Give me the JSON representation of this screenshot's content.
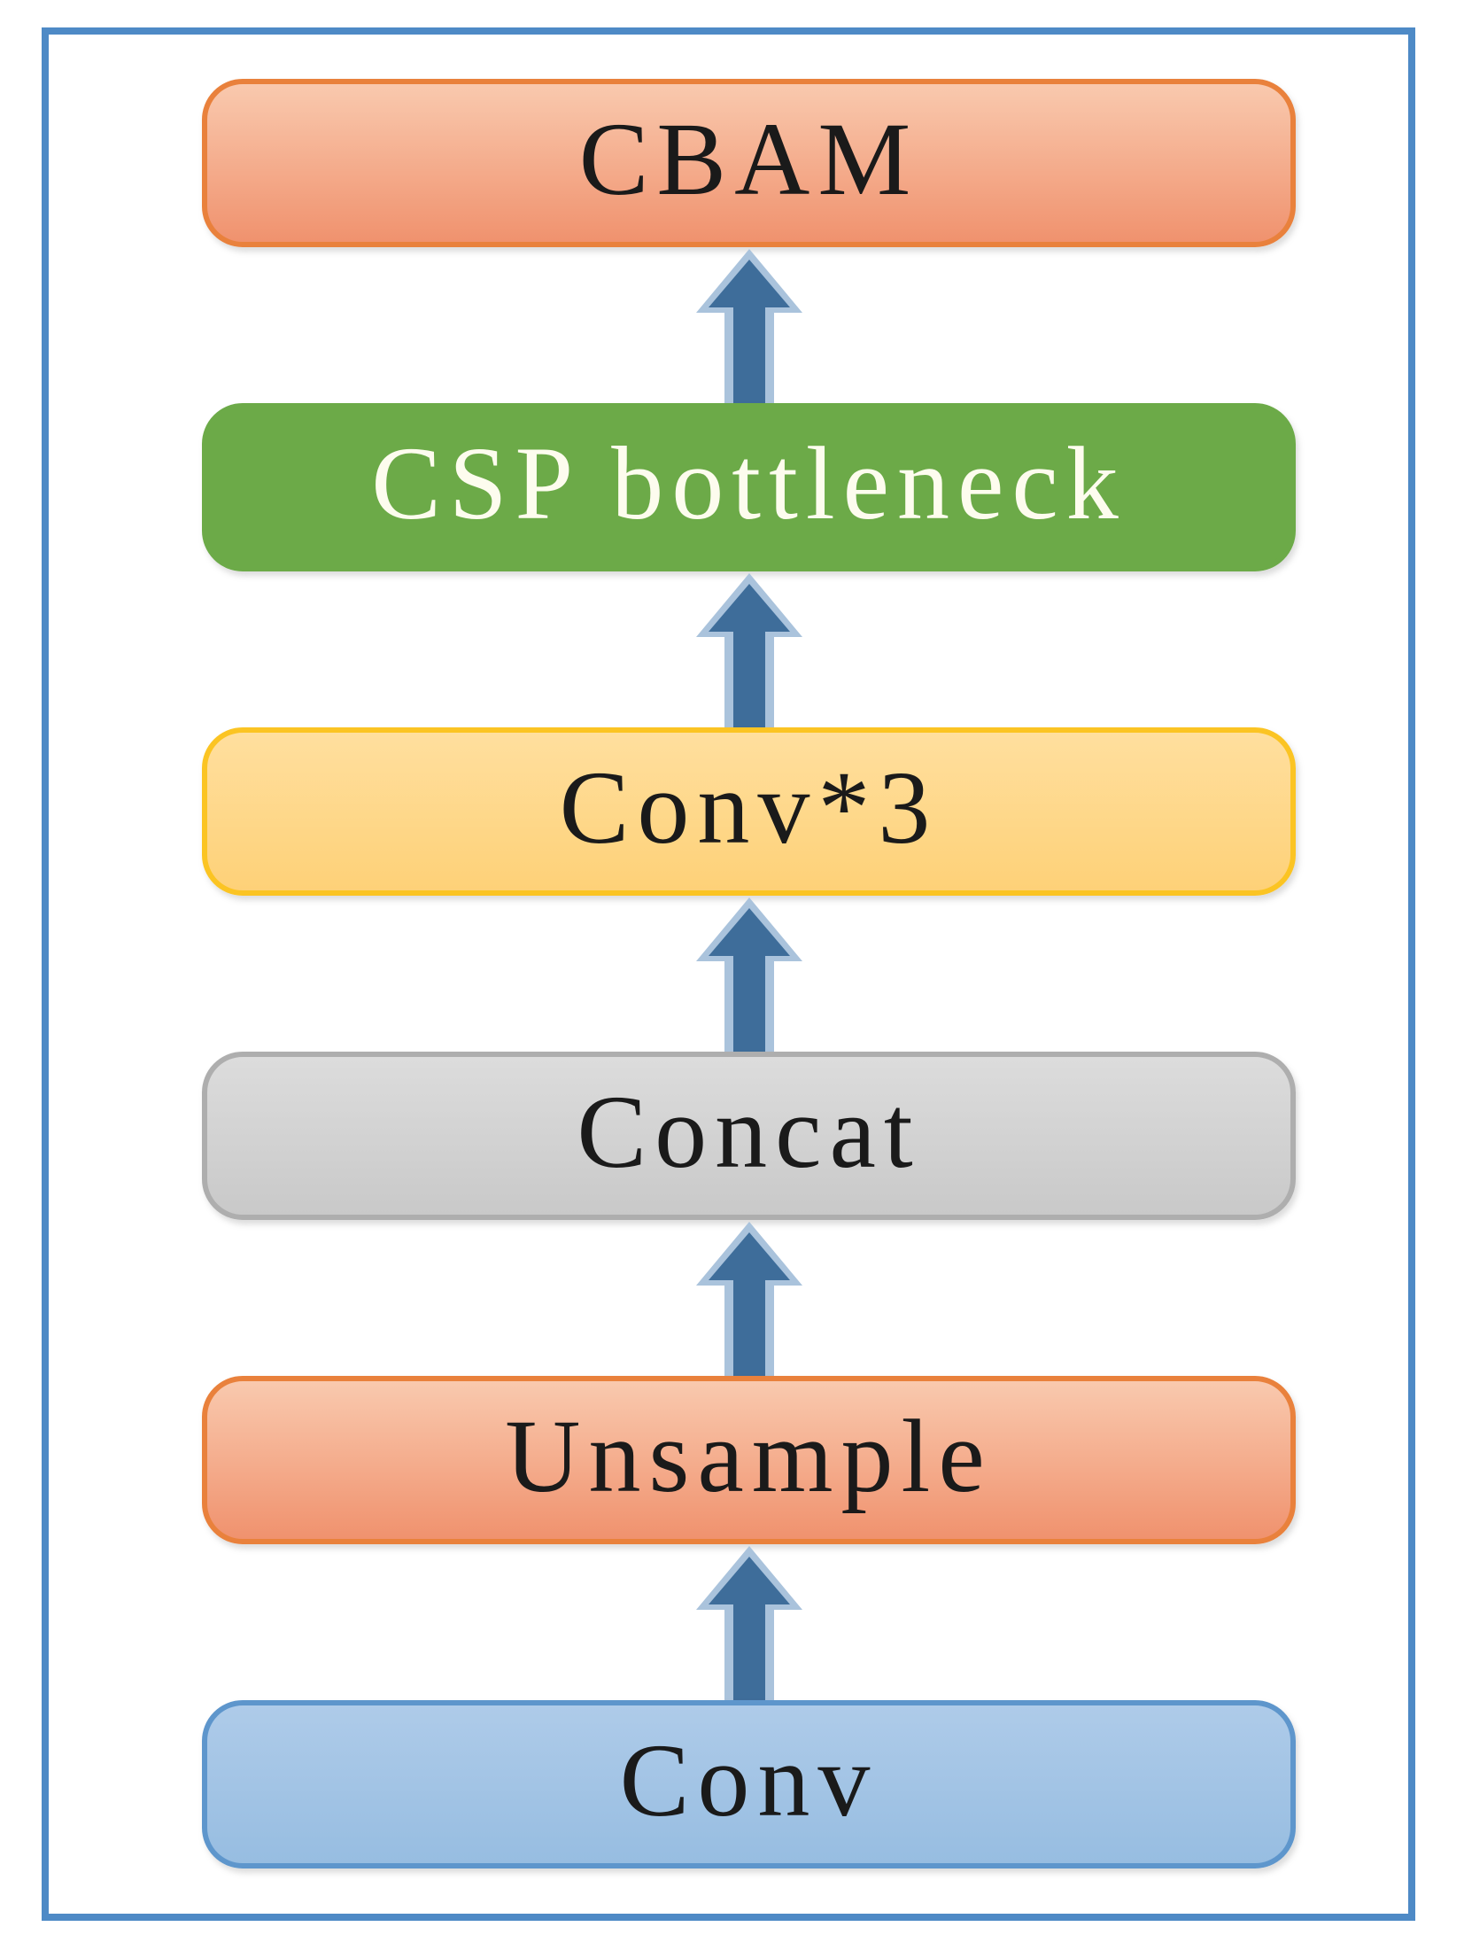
{
  "figure": {
    "description": "Vertical flow diagram of a network neck block, read bottom to top",
    "frame_border_color": "#4e8ac6",
    "arrow": {
      "direction": "up",
      "fill": "#3e6d9a",
      "outline": "#aac3dc"
    },
    "nodes": [
      {
        "id": "cbam",
        "label": "CBAM",
        "fill_top": "#f9c9ae",
        "fill_bottom": "#f0926e",
        "border_color": "#e9813c",
        "text_color": "#1a1a1a"
      },
      {
        "id": "csp-bottleneck",
        "label": "CSP bottleneck",
        "fill_top": "#6caa48",
        "fill_bottom": "#6caa48",
        "border_color": "#6caa48",
        "text_color": "#fdfcee"
      },
      {
        "id": "conv3",
        "label": "Conv*3",
        "fill_top": "#ffdf9e",
        "fill_bottom": "#fed178",
        "border_color": "#fbc423",
        "text_color": "#1a1a1a"
      },
      {
        "id": "concat",
        "label": "Concat",
        "fill_top": "#dcdcdc",
        "fill_bottom": "#c9c9c9",
        "border_color": "#aeaeae",
        "text_color": "#1a1a1a"
      },
      {
        "id": "unsample",
        "label": "Unsample",
        "fill_top": "#f9c9ae",
        "fill_bottom": "#f0926e",
        "border_color": "#e9813c",
        "text_color": "#1a1a1a"
      },
      {
        "id": "conv",
        "label": "Conv",
        "fill_top": "#aecbe9",
        "fill_bottom": "#97bde1",
        "border_color": "#5e96cc",
        "text_color": "#1a1a1a"
      }
    ],
    "flow_order_bottom_to_top": [
      "Conv",
      "Unsample",
      "Concat",
      "Conv*3",
      "CSP bottleneck",
      "CBAM"
    ]
  }
}
